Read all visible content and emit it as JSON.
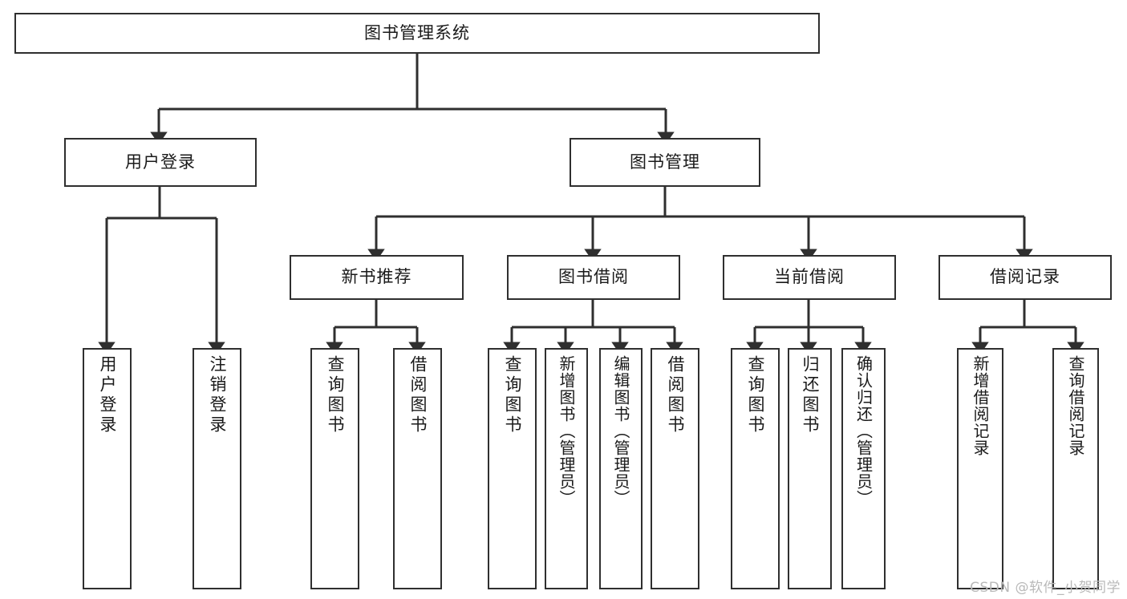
{
  "diagram": {
    "title": "图书管理系统",
    "type": "hierarchy-tree",
    "levels": 4,
    "colors": {
      "box_border": "#2f2f2f",
      "box_fill": "#ffffff",
      "edge": "#2f2f2f",
      "text": "#1a1a1a",
      "background": "#ffffff",
      "watermark": "#b9b9b9"
    }
  },
  "nodes": {
    "root": {
      "label": "图书管理系统"
    },
    "level2": [
      {
        "id": "user-login",
        "label": "用户登录"
      },
      {
        "id": "book-manage",
        "label": "图书管理"
      }
    ],
    "level3": [
      {
        "id": "new-book-recommend",
        "label": "新书推荐"
      },
      {
        "id": "book-borrow",
        "label": "图书借阅"
      },
      {
        "id": "current-borrow",
        "label": "当前借阅"
      },
      {
        "id": "borrow-record",
        "label": "借阅记录"
      }
    ],
    "leaves": {
      "user_login": [
        {
          "id": "leaf-user-login",
          "label": "用户登录"
        },
        {
          "id": "leaf-logout-login",
          "label": "注销登录"
        }
      ],
      "new_book_recommend": [
        {
          "id": "leaf-query-book-1",
          "label": "查询图书"
        },
        {
          "id": "leaf-borrow-book-1",
          "label": "借阅图书"
        }
      ],
      "book_borrow": [
        {
          "id": "leaf-query-book-2",
          "label": "查询图书"
        },
        {
          "id": "leaf-add-book",
          "label": "新增图书（管理员）"
        },
        {
          "id": "leaf-edit-book",
          "label": "编辑图书（管理员）"
        },
        {
          "id": "leaf-borrow-book-2",
          "label": "借阅图书"
        }
      ],
      "current_borrow": [
        {
          "id": "leaf-query-book-3",
          "label": "查询图书"
        },
        {
          "id": "leaf-return-book",
          "label": "归还图书"
        },
        {
          "id": "leaf-confirm-return",
          "label": "确认归还（管理员）"
        }
      ],
      "borrow_record": [
        {
          "id": "leaf-add-borrow-record",
          "label": "新增借阅记录"
        },
        {
          "id": "leaf-query-borrow-record",
          "label": "查询借阅记录"
        }
      ]
    }
  },
  "watermark": {
    "text": "CSDN @软件_小贺同学"
  }
}
